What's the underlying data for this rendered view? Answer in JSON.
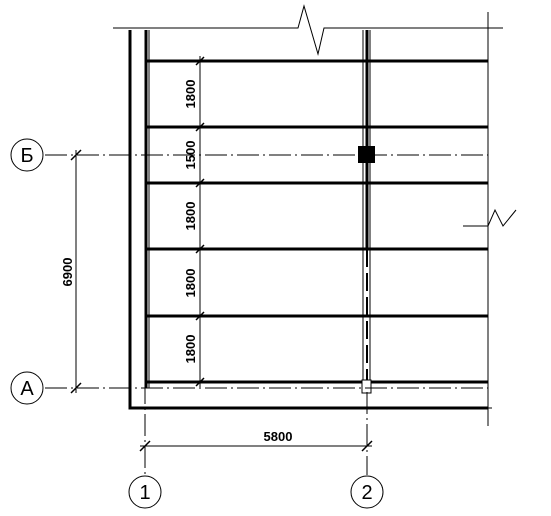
{
  "axes": {
    "horizontal": [
      {
        "id": "B",
        "label": "Б"
      },
      {
        "id": "A",
        "label": "А"
      }
    ],
    "vertical": [
      {
        "id": "1",
        "label": "1"
      },
      {
        "id": "2",
        "label": "2"
      }
    ]
  },
  "dimensions": {
    "overall_vertical": "6900",
    "overall_horizontal": "5800",
    "spacings": [
      "1800",
      "1500",
      "1800",
      "1800",
      "1800"
    ]
  },
  "colors": {
    "line": "#000000",
    "background": "#ffffff"
  }
}
